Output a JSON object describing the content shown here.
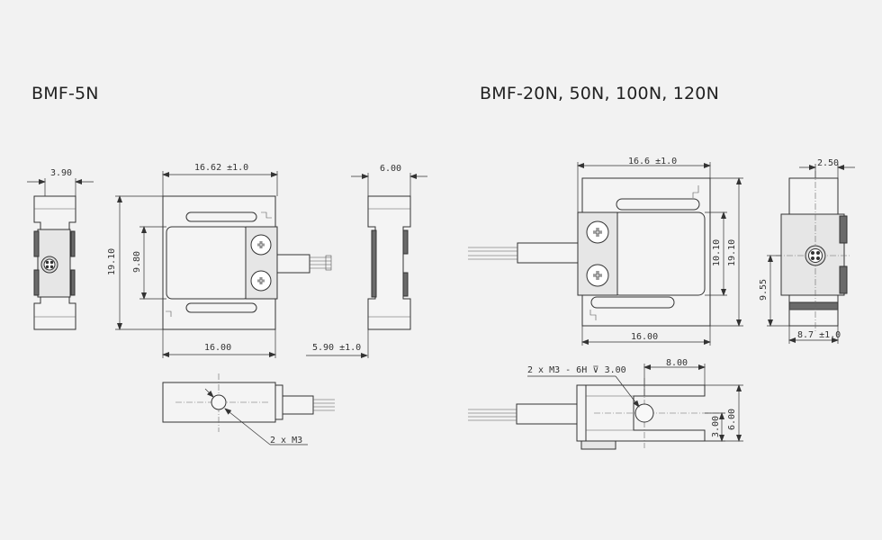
{
  "titles": {
    "left": "BMF-5N",
    "right": "BMF-20N, 50N, 100N, 120N"
  },
  "dimensions": {
    "left": {
      "side_width": "3.90",
      "front_width_top": "16.62 ±1.0",
      "front_height": "19.10",
      "inner_height": "9.80",
      "front_width_bottom": "16.00",
      "depth": "6.00",
      "cable_length": "5.90 ±1.0",
      "thread": "2 x M3"
    },
    "right": {
      "front_width_top": "16.6 ±1.0",
      "inner_height": "10.10",
      "front_height": "19.10",
      "front_width_bottom": "16.00",
      "side_width_top": "2.50",
      "side_height": "9.55",
      "side_width_bottom": "8.7 ±1.0",
      "thread": "2 x M3 - 6H ⊽ 3.00",
      "top_width": "8.00",
      "top_height_outer": "6.00",
      "top_height_inner": "3.00"
    }
  }
}
